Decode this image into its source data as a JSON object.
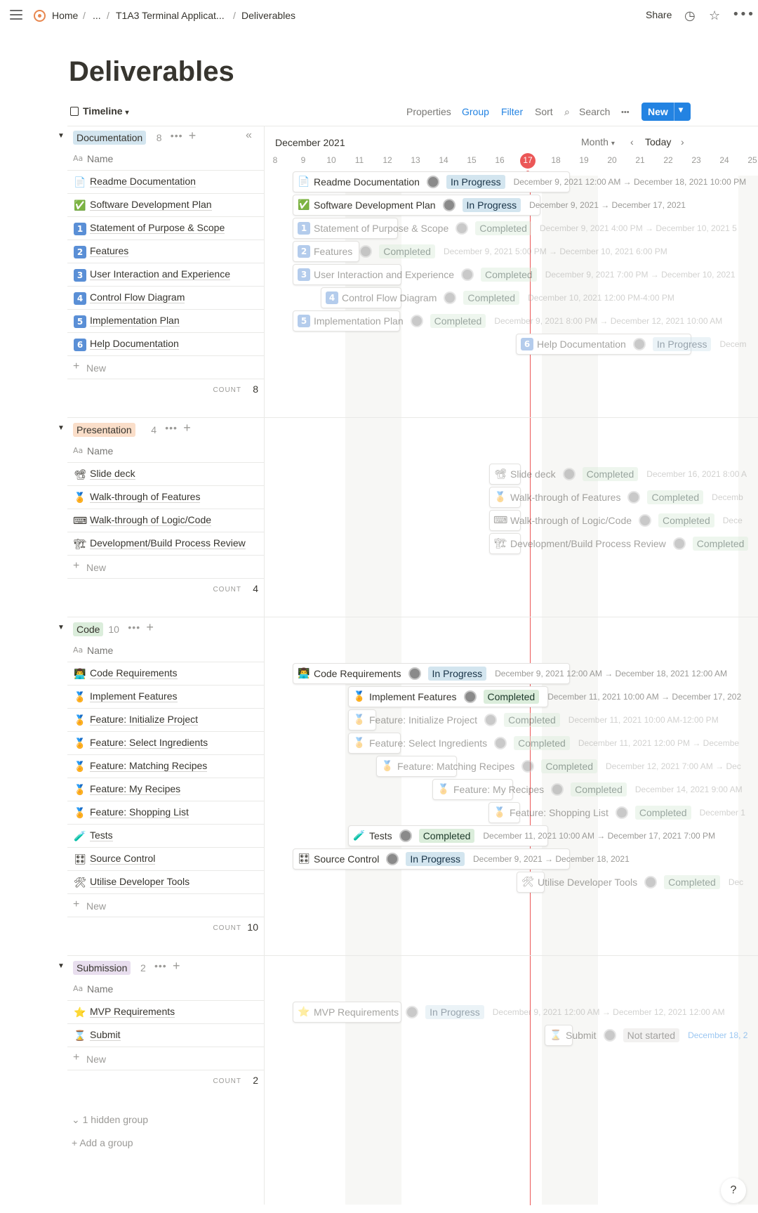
{
  "breadcrumb": {
    "home": "Home",
    "ellipsis": "...",
    "parent": "T1A3 Terminal Applicat...",
    "current": "Deliverables",
    "sep": "/"
  },
  "topbar": {
    "share": "Share",
    "history_icon": "clock-icon",
    "favorite_icon": "star-icon",
    "more_icon": "more-icon"
  },
  "page": {
    "title": "Deliverables"
  },
  "viewbar": {
    "view_name": "Timeline",
    "properties": "Properties",
    "group": "Group",
    "filter": "Filter",
    "sort": "Sort",
    "search": "Search",
    "more": "•••",
    "new": "New"
  },
  "colors": {
    "accent": "#2383e2",
    "today": "#eb5757"
  },
  "timeline": {
    "month": "December 2021",
    "scale": "Month",
    "today_label": "Today",
    "days": [
      "8",
      "9",
      "10",
      "11",
      "12",
      "13",
      "14",
      "15",
      "16",
      "17",
      "18",
      "19",
      "20",
      "21",
      "22",
      "23",
      "24",
      "25"
    ],
    "today": "17"
  },
  "name_header": "Name",
  "groups": [
    {
      "label": "Documentation",
      "count": "8",
      "color": "#d3e5ef",
      "rows": [
        {
          "emoji": "📄",
          "name": "Readme Documentation"
        },
        {
          "emoji": "✅",
          "name": "Software Development Plan"
        },
        {
          "emoji": "1",
          "name": "Statement of Purpose & Scope"
        },
        {
          "emoji": "2",
          "name": "Features"
        },
        {
          "emoji": "3",
          "name": "User Interaction and Experience"
        },
        {
          "emoji": "4",
          "name": "Control Flow Diagram"
        },
        {
          "emoji": "5",
          "name": "Implementation Plan"
        },
        {
          "emoji": "6",
          "name": "Help Documentation"
        }
      ],
      "new_label": "New",
      "count_label": "COUNT",
      "count_value": "8"
    },
    {
      "label": "Presentation",
      "count": "4",
      "color": "#fadec9",
      "rows": [
        {
          "emoji": "📽",
          "name": "Slide deck"
        },
        {
          "emoji": "🏅",
          "name": "Walk-through of Features"
        },
        {
          "emoji": "⌨",
          "name": "Walk-through of Logic/Code"
        },
        {
          "emoji": "🏗",
          "name": "Development/Build Process Review"
        }
      ],
      "new_label": "New",
      "count_label": "COUNT",
      "count_value": "4"
    },
    {
      "label": "Code",
      "count": "10",
      "color": "#dbeddb",
      "rows": [
        {
          "emoji": "👨‍💻",
          "name": "Code Requirements"
        },
        {
          "emoji": "🏅",
          "name": "Implement Features"
        },
        {
          "emoji": "🏅",
          "name": "Feature: Initialize Project"
        },
        {
          "emoji": "🏅",
          "name": "Feature: Select Ingredients"
        },
        {
          "emoji": "🏅",
          "name": "Feature: Matching Recipes"
        },
        {
          "emoji": "🏅",
          "name": "Feature: My Recipes"
        },
        {
          "emoji": "🏅",
          "name": "Feature: Shopping List"
        },
        {
          "emoji": "🧪",
          "name": "Tests"
        },
        {
          "emoji": "🎛",
          "name": "Source Control"
        },
        {
          "emoji": "🛠",
          "name": "Utilise Developer Tools"
        }
      ],
      "new_label": "New",
      "count_label": "COUNT",
      "count_value": "10"
    },
    {
      "label": "Submission",
      "count": "2",
      "color": "#e8deee",
      "rows": [
        {
          "emoji": "⭐",
          "name": "MVP Requirements"
        },
        {
          "emoji": "⌛",
          "name": "Submit"
        }
      ],
      "new_label": "New",
      "count_label": "COUNT",
      "count_value": "2"
    }
  ],
  "bars": [
    {
      "group": 0,
      "emoji": "📄",
      "name": "Readme Documentation",
      "status": "In Progress",
      "date": "December 9, 2021 12:00 AM → December 18, 2021 10:00 PM"
    },
    {
      "group": 0,
      "emoji": "✅",
      "name": "Software Development Plan",
      "status": "In Progress",
      "date": "December 9, 2021 → December 17, 2021"
    },
    {
      "group": 0,
      "emoji": "1",
      "name": "Statement of Purpose & Scope",
      "status": "Completed",
      "date": "December 9, 2021 4:00 PM → December 10, 2021 5"
    },
    {
      "group": 0,
      "emoji": "2",
      "name": "Features",
      "status": "Completed",
      "date": "December 9, 2021 5:00 PM → December 10, 2021 6:00 PM"
    },
    {
      "group": 0,
      "emoji": "3",
      "name": "User Interaction and Experience",
      "status": "Completed",
      "date": "December 9, 2021 7:00 PM → December 10, 2021"
    },
    {
      "group": 0,
      "emoji": "4",
      "name": "Control Flow Diagram",
      "status": "Completed",
      "date": "December 10, 2021 12:00 PM-4:00 PM"
    },
    {
      "group": 0,
      "emoji": "5",
      "name": "Implementation Plan",
      "status": "Completed",
      "date": "December 9, 2021 8:00 PM → December 12, 2021 10:00 AM"
    },
    {
      "group": 0,
      "emoji": "6",
      "name": "Help Documentation",
      "status": "In Progress",
      "date": "Decem"
    },
    {
      "group": 1,
      "emoji": "📽",
      "name": "Slide deck",
      "status": "Completed",
      "date": "December 16, 2021 8:00 A"
    },
    {
      "group": 1,
      "emoji": "🏅",
      "name": "Walk-through of Features",
      "status": "Completed",
      "date": "Decemb"
    },
    {
      "group": 1,
      "emoji": "⌨",
      "name": "Walk-through of Logic/Code",
      "status": "Completed",
      "date": "Dece"
    },
    {
      "group": 1,
      "emoji": "🏗",
      "name": "Development/Build Process Review",
      "status": "Completed",
      "date": ""
    },
    {
      "group": 2,
      "emoji": "👨‍💻",
      "name": "Code Requirements",
      "status": "In Progress",
      "date": "December 9, 2021 12:00 AM → December 18, 2021 12:00 AM"
    },
    {
      "group": 2,
      "emoji": "🏅",
      "name": "Implement Features",
      "status": "Completed",
      "date": "December 11, 2021 10:00 AM → December 17, 202"
    },
    {
      "group": 2,
      "emoji": "🏅",
      "name": "Feature: Initialize Project",
      "status": "Completed",
      "date": "December 11, 2021 10:00 AM-12:00 PM"
    },
    {
      "group": 2,
      "emoji": "🏅",
      "name": "Feature: Select Ingredients",
      "status": "Completed",
      "date": "December 11, 2021 12:00 PM → Decembe"
    },
    {
      "group": 2,
      "emoji": "🏅",
      "name": "Feature: Matching Recipes",
      "status": "Completed",
      "date": "December 12, 2021 7:00 AM → Dec"
    },
    {
      "group": 2,
      "emoji": "🏅",
      "name": "Feature: My Recipes",
      "status": "Completed",
      "date": "December 14, 2021 9:00 AM"
    },
    {
      "group": 2,
      "emoji": "🏅",
      "name": "Feature: Shopping List",
      "status": "Completed",
      "date": "December 1"
    },
    {
      "group": 2,
      "emoji": "🧪",
      "name": "Tests",
      "status": "Completed",
      "date": "December 11, 2021 10:00 AM → December 17, 2021 7:00 PM"
    },
    {
      "group": 2,
      "emoji": "🎛",
      "name": "Source Control",
      "status": "In Progress",
      "date": "December 9, 2021 → December 18, 2021"
    },
    {
      "group": 2,
      "emoji": "🛠",
      "name": "Utilise Developer Tools",
      "status": "Completed",
      "date": "Dec"
    },
    {
      "group": 3,
      "emoji": "⭐",
      "name": "MVP Requirements",
      "status": "In Progress",
      "date": "December 9, 2021 12:00 AM → December 12, 2021 12:00 AM"
    },
    {
      "group": 3,
      "emoji": "⌛",
      "name": "Submit",
      "status": "Not started",
      "date": "December 18, 2"
    }
  ],
  "footer": {
    "hidden_group": "1 hidden group",
    "add_group": "Add a group",
    "help": "?"
  }
}
